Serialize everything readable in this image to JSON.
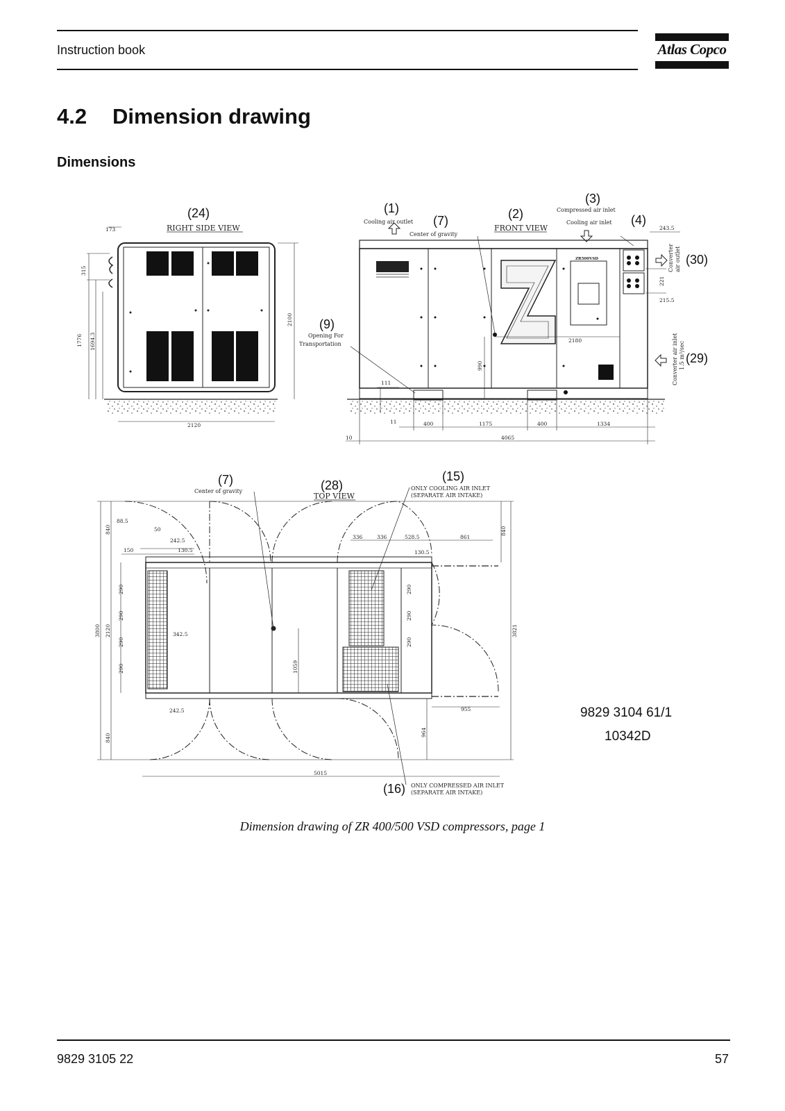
{
  "header": {
    "title": "Instruction book",
    "logo": "Atlas Copco"
  },
  "section": {
    "number": "4.2",
    "title": "Dimension drawing",
    "subheading": "Dimensions"
  },
  "drawing": {
    "callouts": [
      "(1)",
      "(2)",
      "(3)",
      "(4)",
      "(7)",
      "(9)",
      "(24)",
      "(28)",
      "(29)",
      "(30)",
      "(15)",
      "(16)",
      "(7)"
    ],
    "labels": {
      "right_side_view": "RIGHT SIDE VIEW",
      "front_view": "FRONT VIEW",
      "top_view": "TOP VIEW",
      "cooling_air_outlet": "Cooling air outlet",
      "center_of_gravity": "Center of gravity",
      "compressed_air_inlet": "Compressed air inlet",
      "cooling_air_inlet": "Cooling air inlet",
      "opening_for": "Opening For",
      "transportation": "Transportation",
      "converter_air_outlet_1": "Converter",
      "converter_air_outlet_2": "air outlet",
      "converter_air_inlet_1": "Converter air inlet",
      "converter_air_inlet_2": "1.5 m³/sec",
      "only_cooling_1": "ONLY COOLING AIR INLET",
      "only_cooling_2": "(SEPARATE AIR INTAKE)",
      "only_compressed_1": "ONLY COMPRESSED AIR INLET",
      "only_compressed_2": "(SEPARATE AIR INTAKE)",
      "nameplate": "ZR500VSD",
      "front_logo": "AtlasCopco"
    },
    "dims": {
      "side": [
        "173",
        "315",
        "1776",
        "1694.3",
        "2100",
        "2120"
      ],
      "front": [
        "243.5",
        "221",
        "215.5",
        "2180",
        "990",
        "111",
        "11",
        "400",
        "1175",
        "400",
        "1334",
        "10",
        "4065"
      ],
      "top": [
        "88.5",
        "50",
        "242.5",
        "150",
        "130.5",
        "840",
        "290",
        "290",
        "290",
        "290",
        "2120",
        "3800",
        "342.5",
        "242.5",
        "840",
        "1059",
        "336",
        "336",
        "528.5",
        "861",
        "130.5",
        "840",
        "290",
        "290",
        "290",
        "3821",
        "955",
        "964",
        "5015"
      ]
    }
  },
  "doc_number": "9829 3104 61/1",
  "doc_code": "10342D",
  "caption": "Dimension drawing of ZR 400/500 VSD compressors, page 1",
  "footer": {
    "doc_ref": "9829 3105 22",
    "page": "57"
  }
}
